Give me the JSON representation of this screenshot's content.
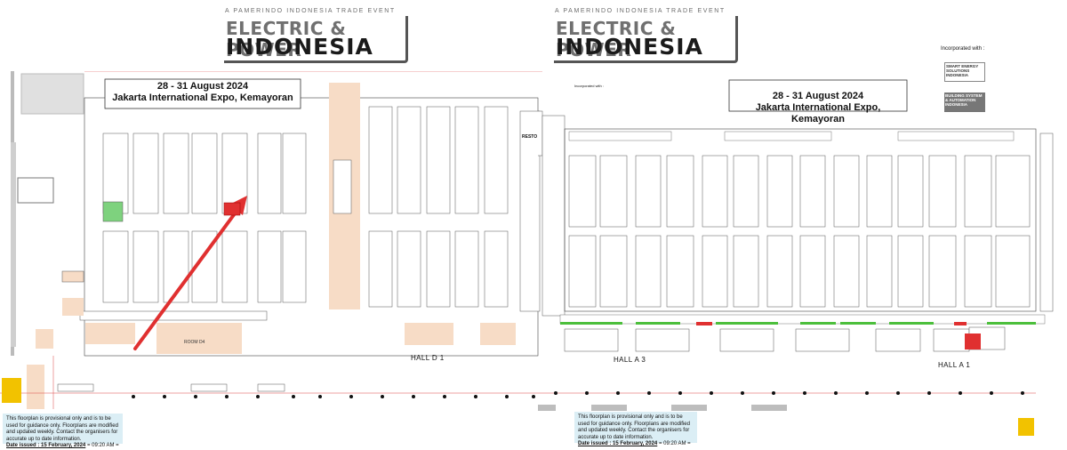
{
  "left_plan": {
    "tagline": "A PAMERINDO INDONESIA TRADE EVENT",
    "logo_top": "ELECTRIC & POWER",
    "logo_bottom": "INDONESIA",
    "date_line1": "28 - 31 August 2024",
    "date_line2": "Jakarta International Expo, Kemayoran",
    "hall_label": "HALL D 1",
    "room_label": "ROOM D4",
    "note_text": "This floorplan is provisional only and is to be used for guidance only. Floorplans are modified and updated weekly. Contact the organisers for accurate up to date information.",
    "date_issued": "Date issued : 15 February, 2024",
    "time_issued": "= 09:20 AM ="
  },
  "right_plan": {
    "tagline": "A PAMERINDO INDONESIA TRADE EVENT",
    "logo_top": "ELECTRIC & POWER",
    "logo_bottom": "INDONESIA",
    "date_line1": "28 - 31 August 2024",
    "date_line2": "Jakarta International Expo, Kemayoran",
    "incorporated_left": "Incorporated with :",
    "incorporated_right": "Incorporated with :",
    "sponsor_1": "SMART ENERGY SOLUTIONS INDONESIA",
    "sponsor_2": "BUILDING SYSTEM & AUTOMATION INDONESIA",
    "hall_a3": "HALL A 3",
    "hall_a1": "HALL A 1",
    "resto": "RESTO",
    "note_text": "This floorplan is provisional only and is to be used for guidance only. Floorplans are modified and updated weekly. Contact the organisers for accurate up to date information.",
    "date_issued": "Date issued : 15 February, 2024",
    "time_issued": "= 09:20 AM ="
  },
  "colors": {
    "logo_grey": "#707070",
    "logo_dark": "#1a1a1a",
    "note_bg": "#dbeef5",
    "arrow_red": "#e03030",
    "accent_green": "#4cbf3c",
    "aisle_peach": "#f7dcc6"
  }
}
